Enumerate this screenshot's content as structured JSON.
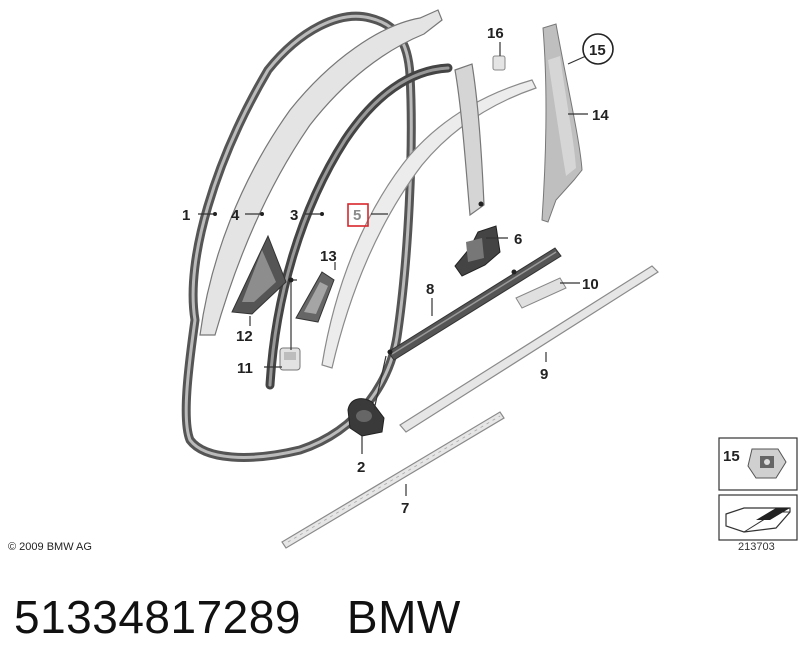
{
  "diagram": {
    "callouts": {
      "c1": "1",
      "c2": "2",
      "c3": "3",
      "c4": "4",
      "c5": "5",
      "c6": "6",
      "c7": "7",
      "c8": "8",
      "c9": "9",
      "c10": "10",
      "c11": "11",
      "c12": "12",
      "c13": "13",
      "c14": "14",
      "c15": "15",
      "c16": "16"
    },
    "inset_label": "15",
    "highlight_color": "#d9262b",
    "part_color": "#c9c9c9",
    "seal_color": "#555555"
  },
  "copyright": "© 2009 BMW AG",
  "diagram_id": "213703",
  "footer": {
    "part_number": "51334817289",
    "brand": "BMW"
  }
}
